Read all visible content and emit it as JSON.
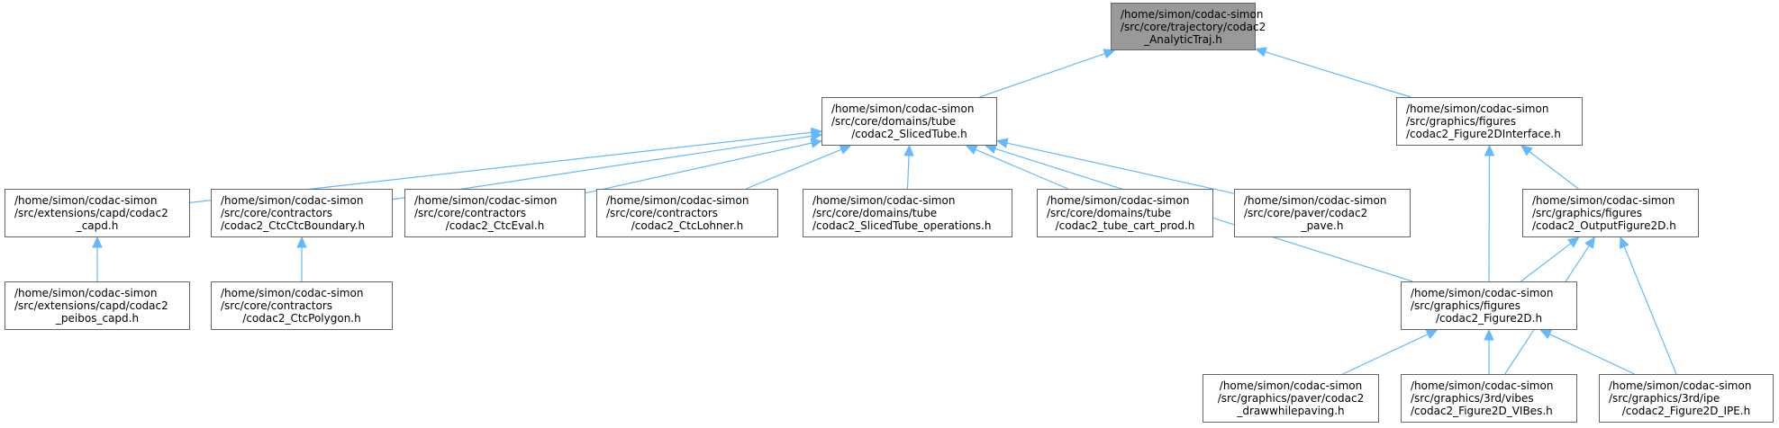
{
  "diagram": {
    "type": "include-dependency-graph",
    "edge_color": "#63b8ff",
    "root_fill": "#999999",
    "node_border": "#666666",
    "nodes": [
      {
        "id": "analytictraj",
        "lines": [
          "/home/simon/codac-simon",
          "/src/core/trajectory/codac2",
          "_AnalyticTraj.h"
        ],
        "root": true
      },
      {
        "id": "slicedtube",
        "lines": [
          "/home/simon/codac-simon",
          "/src/core/domains/tube",
          "/codac2_SlicedTube.h"
        ]
      },
      {
        "id": "figure2dinterface",
        "lines": [
          "/home/simon/codac-simon",
          "/src/graphics/figures",
          "/codac2_Figure2DInterface.h"
        ]
      },
      {
        "id": "capd",
        "lines": [
          "/home/simon/codac-simon",
          "/src/extensions/capd/codac2",
          "_capd.h"
        ]
      },
      {
        "id": "ctcctcboundary",
        "lines": [
          "/home/simon/codac-simon",
          "/src/core/contractors",
          "/codac2_CtcCtcBoundary.h"
        ]
      },
      {
        "id": "ctceval",
        "lines": [
          "/home/simon/codac-simon",
          "/src/core/contractors",
          "/codac2_CtcEval.h"
        ]
      },
      {
        "id": "ctclohner",
        "lines": [
          "/home/simon/codac-simon",
          "/src/core/contractors",
          "/codac2_CtcLohner.h"
        ]
      },
      {
        "id": "slicedtube-operations",
        "lines": [
          "/home/simon/codac-simon",
          "/src/core/domains/tube",
          "/codac2_SlicedTube_operations.h"
        ]
      },
      {
        "id": "tube-cart-prod",
        "lines": [
          "/home/simon/codac-simon",
          "/src/core/domains/tube",
          "/codac2_tube_cart_prod.h"
        ]
      },
      {
        "id": "pave",
        "lines": [
          "/home/simon/codac-simon",
          "/src/core/paver/codac2",
          "_pave.h"
        ]
      },
      {
        "id": "outputfigure2d",
        "lines": [
          "/home/simon/codac-simon",
          "/src/graphics/figures",
          "/codac2_OutputFigure2D.h"
        ]
      },
      {
        "id": "peibos-capd",
        "lines": [
          "/home/simon/codac-simon",
          "/src/extensions/capd/codac2",
          "_peibos_capd.h"
        ]
      },
      {
        "id": "ctcpolygon",
        "lines": [
          "/home/simon/codac-simon",
          "/src/core/contractors",
          "/codac2_CtcPolygon.h"
        ]
      },
      {
        "id": "figure2d",
        "lines": [
          "/home/simon/codac-simon",
          "/src/graphics/figures",
          "/codac2_Figure2D.h"
        ]
      },
      {
        "id": "drawwhilepaving",
        "lines": [
          "/home/simon/codac-simon",
          "/src/graphics/paver/codac2",
          "_drawwhilepaving.h"
        ]
      },
      {
        "id": "figure2d-vibes",
        "lines": [
          "/home/simon/codac-simon",
          "/src/graphics/3rd/vibes",
          "/codac2_Figure2D_VIBes.h"
        ]
      },
      {
        "id": "figure2d-ipe",
        "lines": [
          "/home/simon/codac-simon",
          "/src/graphics/3rd/ipe",
          "/codac2_Figure2D_IPE.h"
        ]
      }
    ],
    "edges": [
      {
        "from": "slicedtube",
        "to": "analytictraj"
      },
      {
        "from": "figure2dinterface",
        "to": "analytictraj"
      },
      {
        "from": "capd",
        "to": "slicedtube"
      },
      {
        "from": "ctcctcboundary",
        "to": "slicedtube"
      },
      {
        "from": "ctceval",
        "to": "slicedtube"
      },
      {
        "from": "ctclohner",
        "to": "slicedtube"
      },
      {
        "from": "slicedtube-operations",
        "to": "slicedtube"
      },
      {
        "from": "tube-cart-prod",
        "to": "slicedtube"
      },
      {
        "from": "pave",
        "to": "slicedtube"
      },
      {
        "from": "figure2d",
        "to": "slicedtube"
      },
      {
        "from": "outputfigure2d",
        "to": "figure2dinterface"
      },
      {
        "from": "figure2d",
        "to": "figure2dinterface"
      },
      {
        "from": "peibos-capd",
        "to": "capd"
      },
      {
        "from": "ctcpolygon",
        "to": "ctcctcboundary"
      },
      {
        "from": "figure2d",
        "to": "outputfigure2d"
      },
      {
        "from": "figure2d-vibes",
        "to": "outputfigure2d"
      },
      {
        "from": "figure2d-ipe",
        "to": "outputfigure2d"
      },
      {
        "from": "drawwhilepaving",
        "to": "figure2d"
      },
      {
        "from": "figure2d-vibes",
        "to": "figure2d"
      },
      {
        "from": "figure2d-ipe",
        "to": "figure2d"
      }
    ]
  }
}
